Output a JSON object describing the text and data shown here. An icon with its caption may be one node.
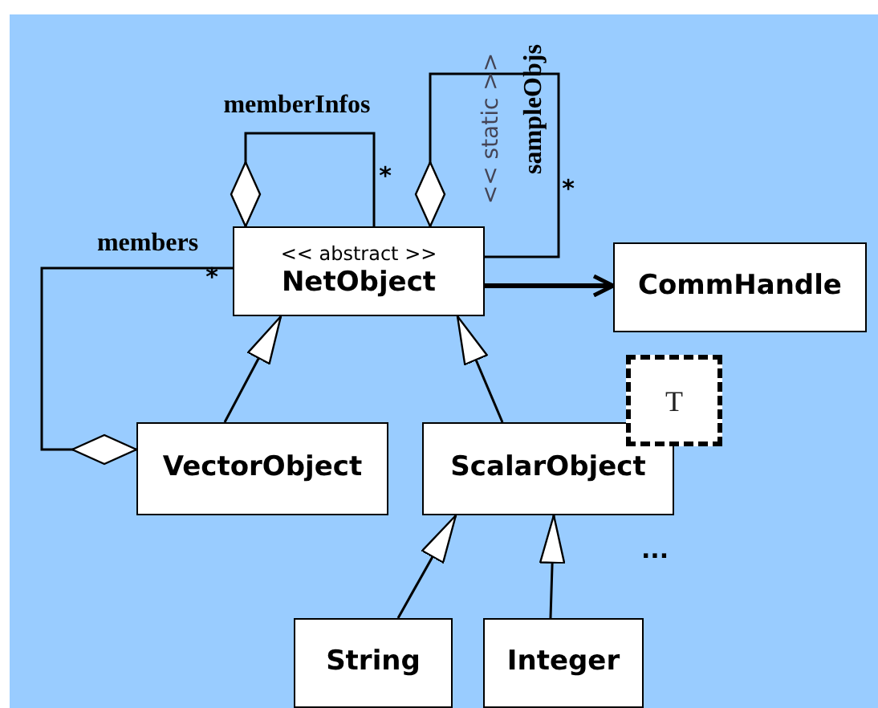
{
  "diagram": {
    "nodes": [
      {
        "text": [
          "<< abstract >>",
          "NetObject"
        ]
      },
      {
        "text": [
          "CommHandle"
        ]
      },
      {
        "text": [
          "VectorObject"
        ]
      },
      {
        "text": [
          "ScalarObject"
        ]
      },
      {
        "text": [
          "T"
        ]
      },
      {
        "text": [
          "String"
        ]
      },
      {
        "text": [
          "Integer"
        ]
      }
    ],
    "edges": [
      {
        "from": 0,
        "to": 0,
        "arrow": "other",
        "label": "memberInfos"
      },
      {
        "from": 0,
        "to": 0,
        "arrow": "other",
        "label": "sampleObjs"
      },
      {
        "from": 2,
        "to": 0,
        "arrow": "other",
        "label": "members"
      },
      {
        "from": 0,
        "to": 1,
        "arrow": "to",
        "style": "thick"
      },
      {
        "from": 2,
        "to": 0,
        "arrow": "to"
      },
      {
        "from": 3,
        "to": 0,
        "arrow": "to"
      },
      {
        "from": 5,
        "to": 3,
        "arrow": "to"
      },
      {
        "from": 6,
        "to": 3,
        "arrow": "to"
      }
    ],
    "labels": [
      "*",
      "<< static >>",
      "*",
      "*",
      "..."
    ]
  }
}
